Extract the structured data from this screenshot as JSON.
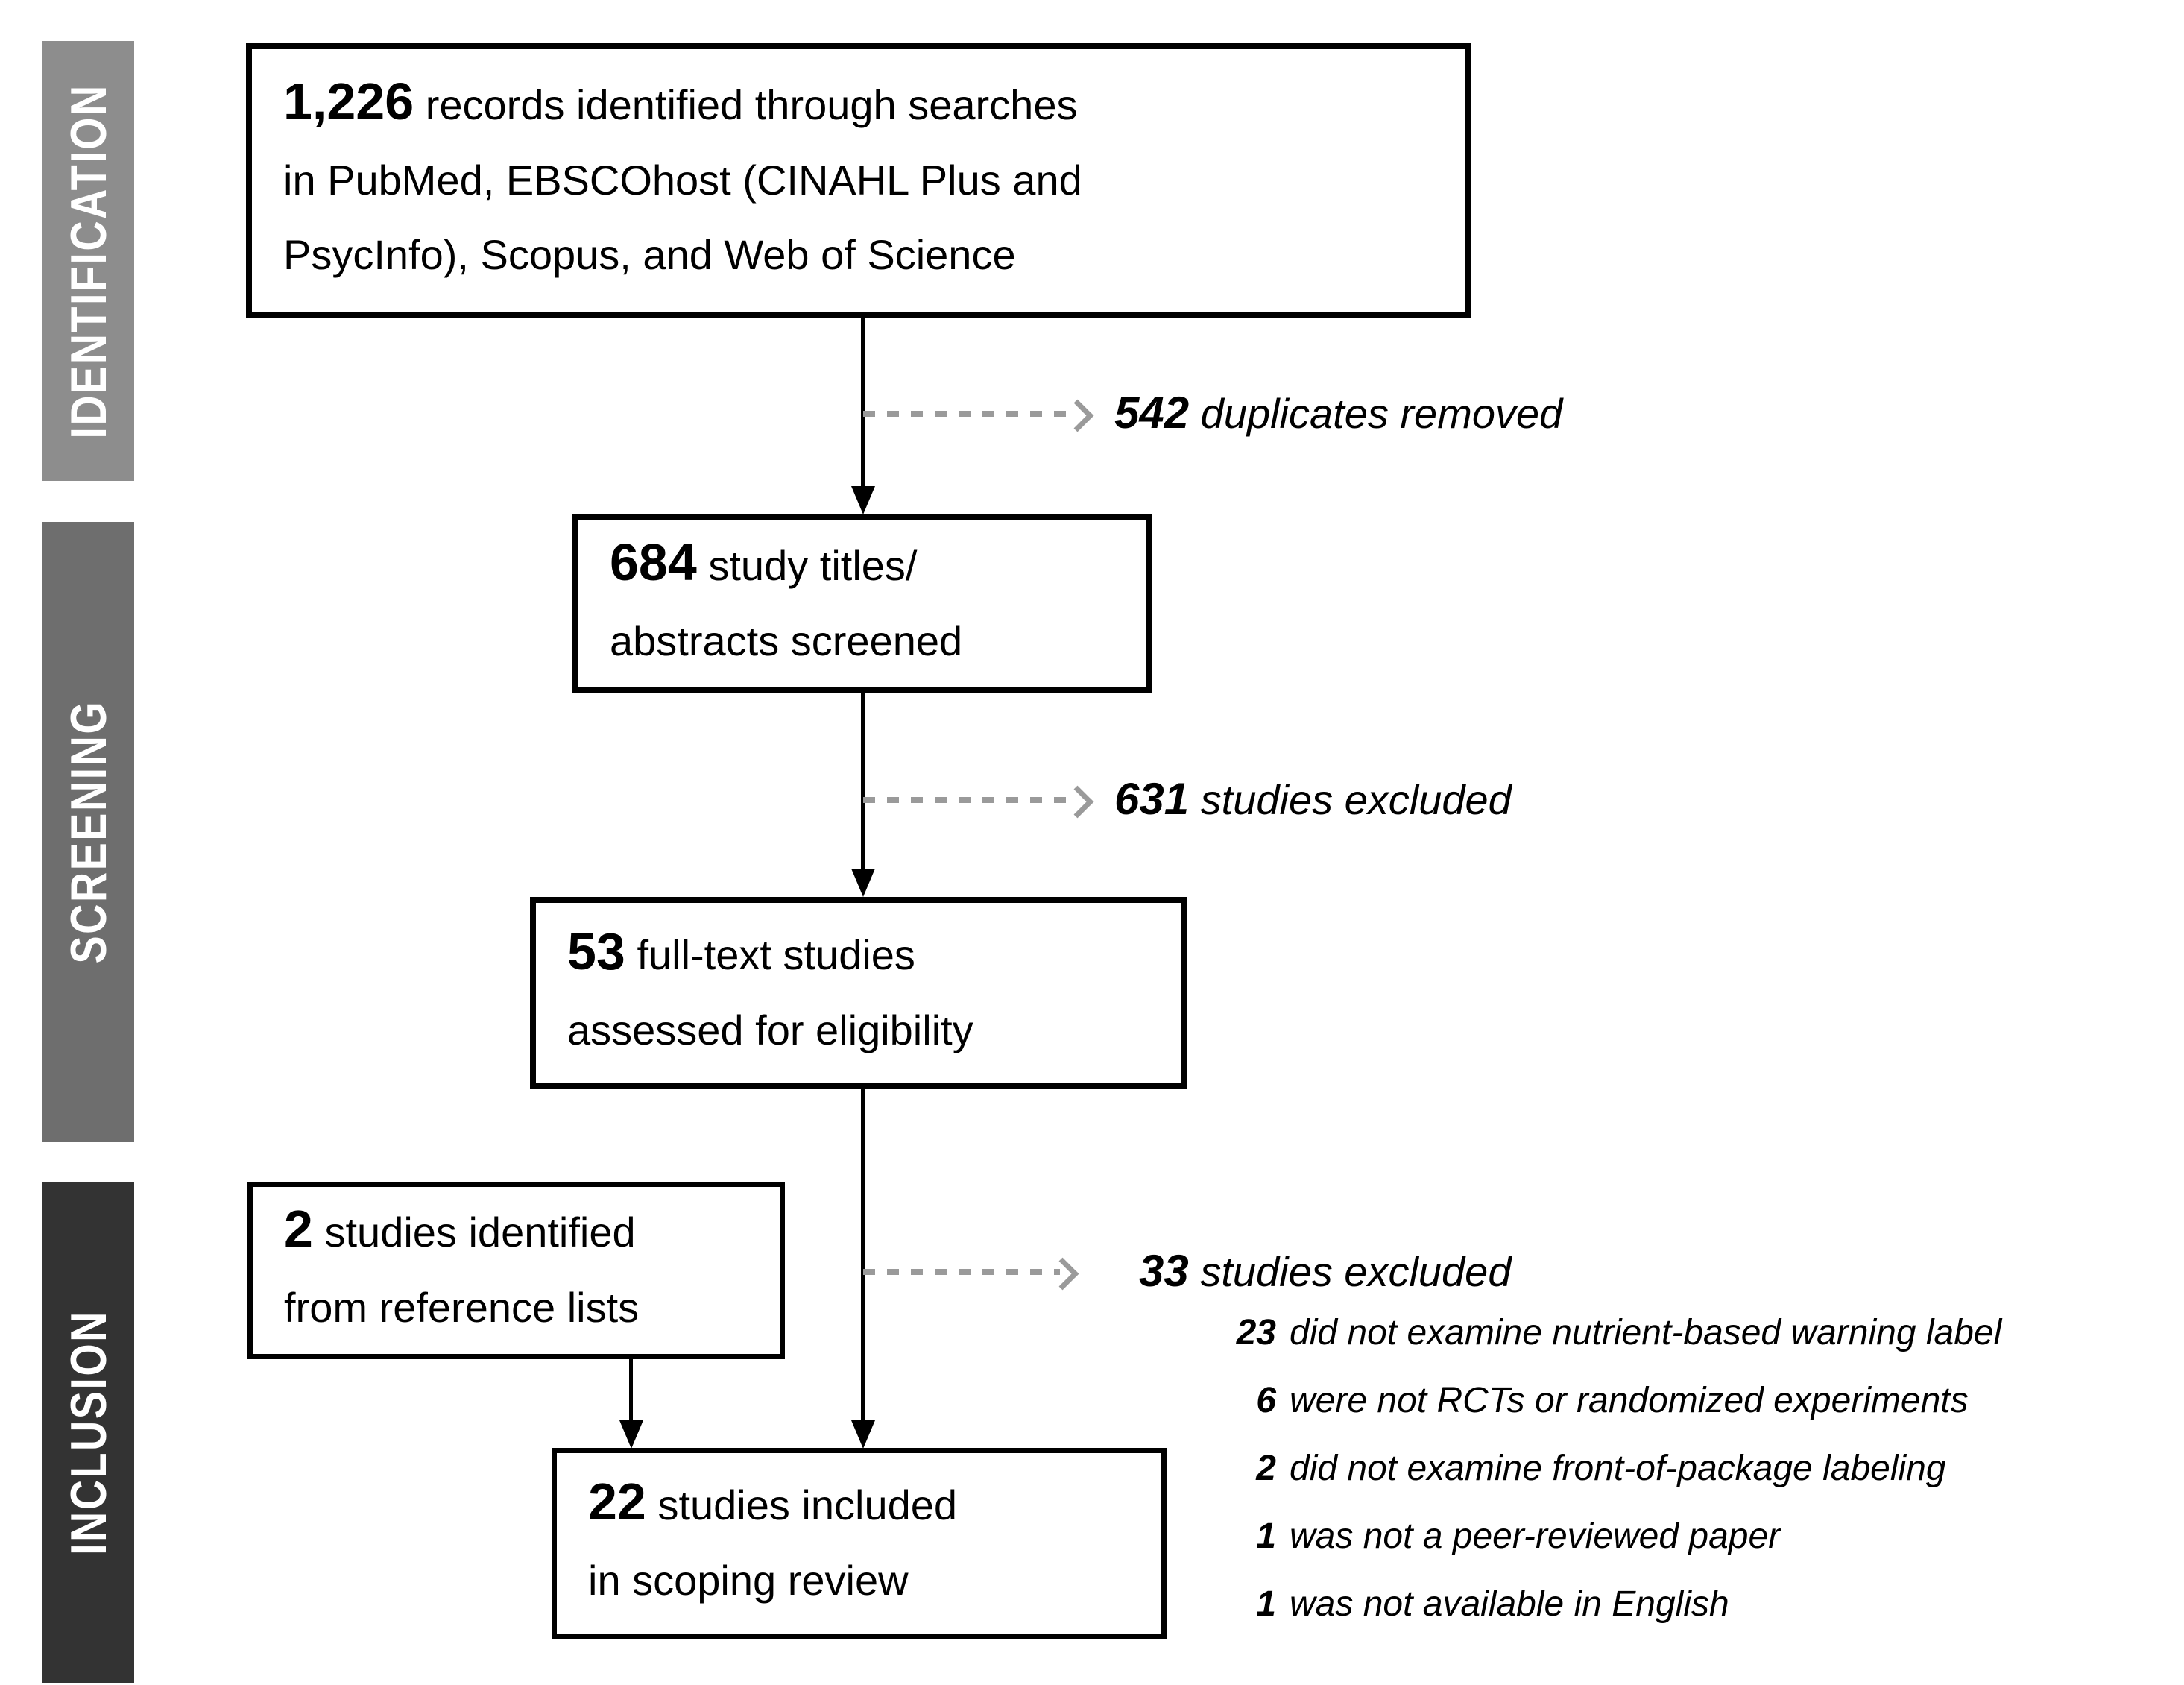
{
  "stages": [
    {
      "label": "IDENTIFICATION",
      "color": "#8d8d8d"
    },
    {
      "label": "SCREENING",
      "color": "#6e6e6e"
    },
    {
      "label": "INCLUSION",
      "color": "#333333"
    }
  ],
  "boxes": {
    "records_identified": {
      "number": "1,226",
      "text": "records identified through searches\nin PubMed, EBSCOhost (CINAHL Plus and\nPsycInfo), Scopus, and Web of Science"
    },
    "titles_screened": {
      "number": "684",
      "text": "study titles/\nabstracts screened"
    },
    "fulltext_assessed": {
      "number": "53",
      "text": "full-text studies\nassessed for eligibility"
    },
    "reference_lists": {
      "number": "2",
      "text": "studies identified\nfrom reference lists"
    },
    "included": {
      "number": "22",
      "text": "studies included\nin scoping review"
    }
  },
  "exclusions": {
    "duplicates": {
      "number": "542",
      "text": "duplicates removed"
    },
    "screening": {
      "number": "631",
      "text": "studies excluded"
    },
    "fulltext": {
      "number": "33",
      "text": "studies excluded",
      "reasons": [
        {
          "number": "23",
          "text": "did not examine nutrient-based warning label"
        },
        {
          "number": "6",
          "text": "were not RCTs or randomized experiments"
        },
        {
          "number": "2",
          "text": "did not examine front-of-package labeling"
        },
        {
          "number": "1",
          "text": "was not a peer-reviewed paper"
        },
        {
          "number": "1",
          "text": "was not available in English"
        }
      ]
    }
  },
  "colors": {
    "background": "#ffffff",
    "box_border": "#000000",
    "solid_arrow": "#000000",
    "dashed_arrow": "#9a9a9a",
    "stage_text": "#ffffff"
  }
}
